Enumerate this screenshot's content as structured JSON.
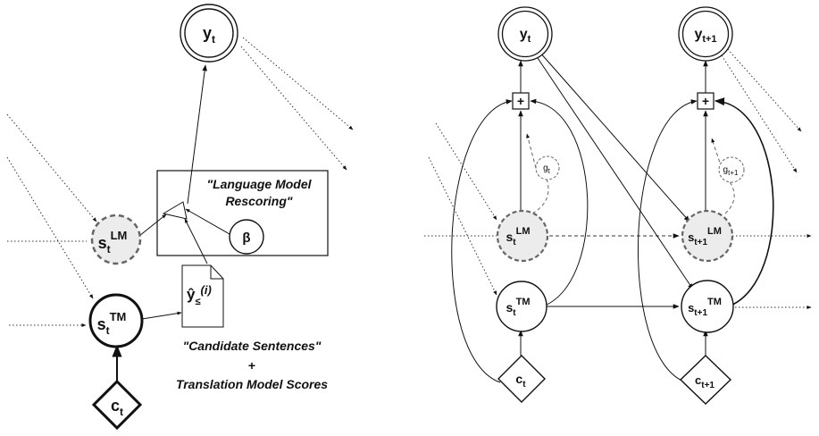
{
  "left": {
    "y_t": {
      "base": "y",
      "sub": "t"
    },
    "lm_state": {
      "base": "s",
      "sub": "t",
      "sup": "LM"
    },
    "tm_state": {
      "base": "s",
      "sub": "t",
      "sup": "TM"
    },
    "context": {
      "base": "c",
      "sub": "t"
    },
    "beta": "β",
    "candidate_symbol": {
      "base": "ŷ",
      "sub": "≤",
      "sup": "(i)"
    },
    "rescoring_box": {
      "line1": "\"Language Model",
      "line2": "Rescoring\""
    },
    "candidates_caption": {
      "line1": "\"Candidate Sentences\"",
      "line2": "+",
      "line3": "Translation Model Scores"
    }
  },
  "right": {
    "y_t": {
      "base": "y",
      "sub": "t"
    },
    "y_t1": {
      "base": "y",
      "sub": "t+1"
    },
    "plus_t": "+",
    "plus_t1": "+",
    "g_t": {
      "base": "g",
      "sub": "t"
    },
    "g_t1": {
      "base": "g",
      "sub": "t+1"
    },
    "lm_t": {
      "base": "s",
      "sub": "t",
      "sup": "LM"
    },
    "lm_t1": {
      "base": "s",
      "sub": "t+1",
      "sup": "LM"
    },
    "tm_t": {
      "base": "s",
      "sub": "t",
      "sup": "TM"
    },
    "tm_t1": {
      "base": "s",
      "sub": "t+1",
      "sup": "TM"
    },
    "c_t": {
      "base": "c",
      "sub": "t"
    },
    "c_t1": {
      "base": "c",
      "sub": "t+1"
    }
  }
}
